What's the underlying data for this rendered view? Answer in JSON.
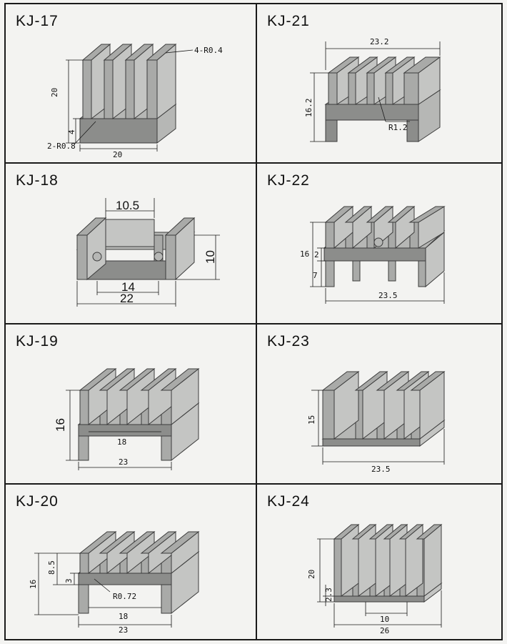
{
  "panels": [
    {
      "id": "KJ-17",
      "dims": {
        "height": "20",
        "base": "4",
        "width": "20",
        "radius_top": "4-R0.4",
        "radius_bottom": "2-R0.8"
      }
    },
    {
      "id": "KJ-21",
      "dims": {
        "width": "23.2",
        "height": "16.2",
        "radius": "R1.2"
      }
    },
    {
      "id": "KJ-18",
      "dims": {
        "top": "10.5",
        "height": "10",
        "inner": "14",
        "width": "22"
      }
    },
    {
      "id": "KJ-22",
      "dims": {
        "height": "16",
        "gap": "2",
        "lower": "7",
        "width": "23.5"
      }
    },
    {
      "id": "KJ-19",
      "dims": {
        "height": "16",
        "inner": "18",
        "width": "23"
      }
    },
    {
      "id": "KJ-23",
      "dims": {
        "height": "15",
        "width": "23.5"
      }
    },
    {
      "id": "KJ-20",
      "dims": {
        "height": "16",
        "upper": "8.5",
        "gap": "3",
        "inner": "18",
        "width": "23",
        "radius": "R0.72"
      }
    },
    {
      "id": "KJ-24",
      "dims": {
        "height": "20",
        "base": "2.3",
        "inner": "10",
        "width": "26"
      }
    }
  ]
}
